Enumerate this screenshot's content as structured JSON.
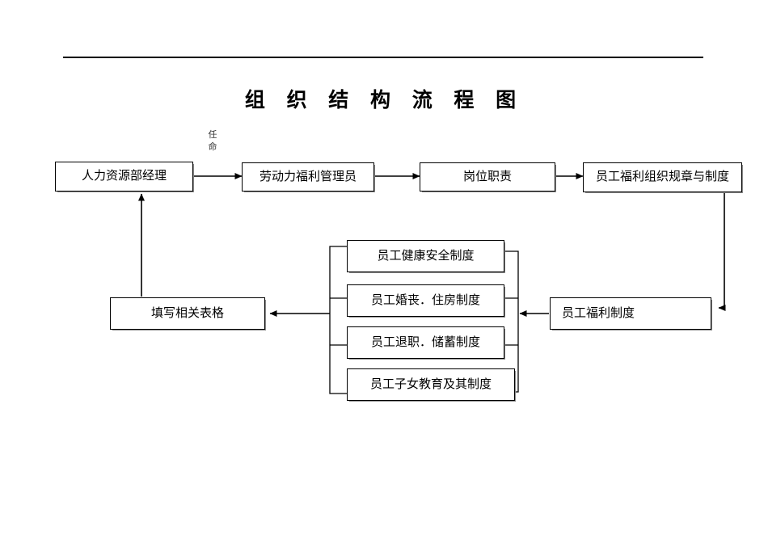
{
  "document": {
    "title": "组 织 结 构 流 程 图",
    "rule_color": "#000000"
  },
  "labels": {
    "appoint": "任命"
  },
  "nodes": {
    "hr_manager": "人力资源部经理",
    "welfare_admin": "劳动力福利管理员",
    "job_duty": "岗位职责",
    "welfare_org_rules": "员工福利组织规章与制度",
    "fill_forms": "填写相关表格",
    "employee_welfare_system": "员工福利制度",
    "health_safety": "员工健康安全制度",
    "marriage_housing": "员工婚丧．住房制度",
    "retire_savings": "员工退职．储蓄制度",
    "children_education": "员工子女教育及其制度"
  },
  "flow_list": [
    {
      "key": "health_safety",
      "label": "员工健康安全制度"
    },
    {
      "key": "marriage_housing",
      "label": "员工婚丧．住房制度"
    },
    {
      "key": "retire_savings",
      "label": "员工退职．储蓄制度"
    },
    {
      "key": "children_education",
      "label": "员工子女教育及其制度"
    }
  ],
  "connectors": [
    {
      "name": "hr-to-welfare-admin",
      "type": "arrow-right"
    },
    {
      "name": "welfare-admin-to-job-duty",
      "type": "arrow-right"
    },
    {
      "name": "job-duty-to-org-rules",
      "type": "arrow-right"
    },
    {
      "name": "org-rules-to-welfare-system",
      "type": "arrow-down-left"
    },
    {
      "name": "welfare-system-to-subsystems",
      "type": "arrow-left"
    },
    {
      "name": "subsystems-to-fill-forms",
      "type": "arrow-left"
    },
    {
      "name": "fill-forms-to-hr-manager",
      "type": "arrow-up"
    }
  ]
}
